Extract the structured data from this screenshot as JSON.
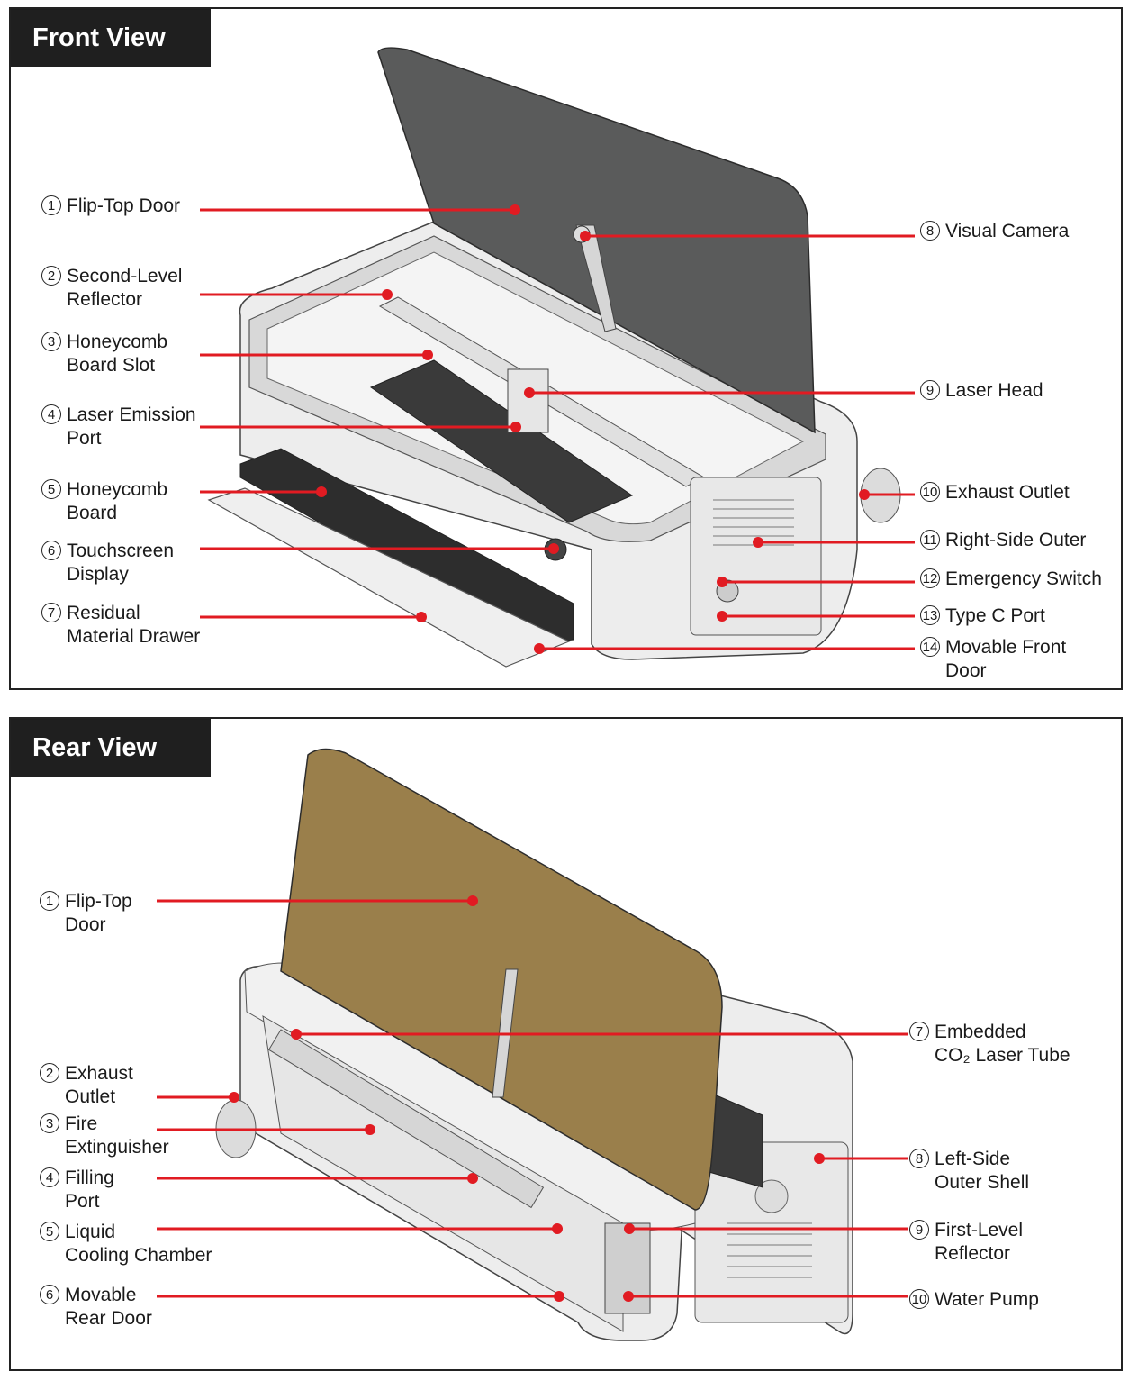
{
  "front": {
    "title": "Front View",
    "callouts": [
      {
        "num": "1",
        "label": "Flip-Top Door"
      },
      {
        "num": "2",
        "label": "Second-Level\nReflector"
      },
      {
        "num": "3",
        "label": "Honeycomb\nBoard Slot"
      },
      {
        "num": "4",
        "label": "Laser Emission\nPort"
      },
      {
        "num": "5",
        "label": "Honeycomb\nBoard"
      },
      {
        "num": "6",
        "label": "Touchscreen\nDisplay"
      },
      {
        "num": "7",
        "label": "Residual\nMaterial Drawer"
      },
      {
        "num": "8",
        "label": "Visual Camera"
      },
      {
        "num": "9",
        "label": "Laser Head"
      },
      {
        "num": "10",
        "label": "Exhaust Outlet"
      },
      {
        "num": "11",
        "label": "Right-Side Outer"
      },
      {
        "num": "12",
        "label": "Emergency Switch"
      },
      {
        "num": "13",
        "label": "Type C Port"
      },
      {
        "num": "14",
        "label": "Movable Front\nDoor"
      }
    ]
  },
  "rear": {
    "title": "Rear View",
    "callouts": [
      {
        "num": "1",
        "label": "Flip-Top\nDoor"
      },
      {
        "num": "2",
        "label": "Exhaust\nOutlet"
      },
      {
        "num": "3",
        "label": "Fire\nExtinguisher"
      },
      {
        "num": "4",
        "label": "Filling\nPort"
      },
      {
        "num": "5",
        "label": "Liquid\nCooling Chamber"
      },
      {
        "num": "6",
        "label": "Movable\nRear Door"
      },
      {
        "num": "7",
        "label": "Embedded\nCO₂ Laser Tube"
      },
      {
        "num": "8",
        "label": "Left-Side\nOuter Shell"
      },
      {
        "num": "9",
        "label": "First-Level\nReflector"
      },
      {
        "num": "10",
        "label": "Water Pump"
      }
    ]
  },
  "colors": {
    "leader": "#e11b22",
    "door_front": "#5a5b5b",
    "door_rear": "#9a7f4b",
    "frame": "#222222"
  }
}
